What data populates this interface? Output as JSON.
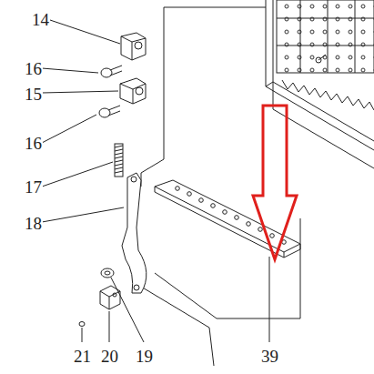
{
  "diagram": {
    "labels": [
      "14",
      "16",
      "15",
      "16",
      "17",
      "18",
      "21",
      "20",
      "19",
      "39"
    ]
  }
}
